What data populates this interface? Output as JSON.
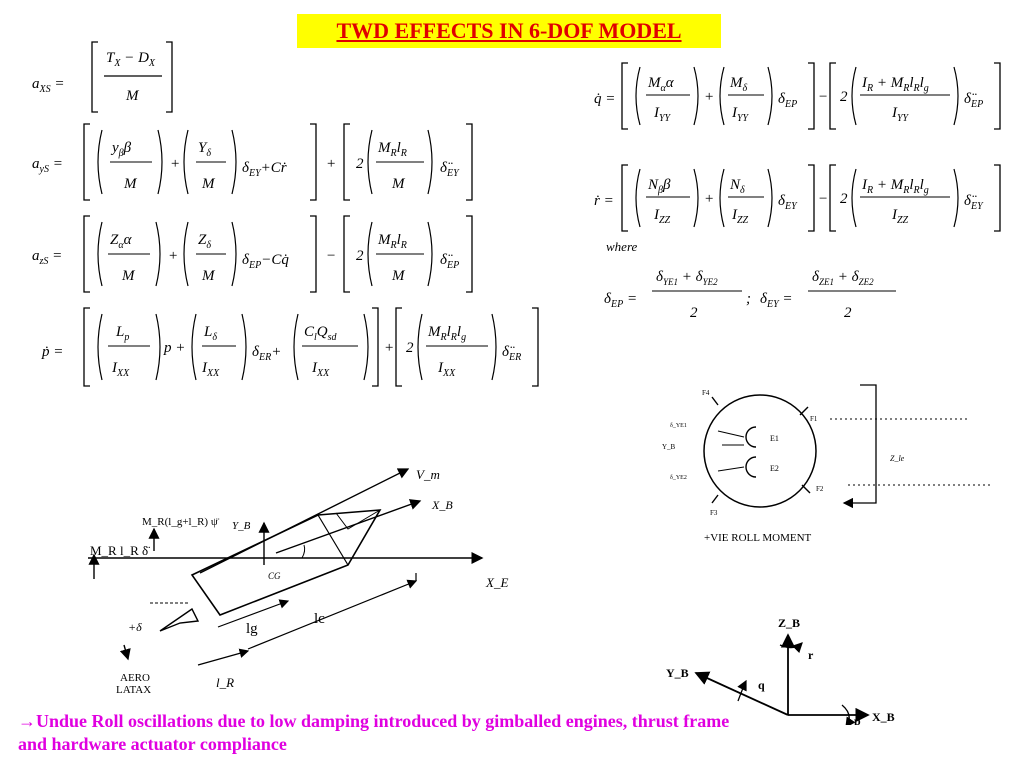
{
  "title": "TWD EFFECTS IN 6-DOF MODEL",
  "equations": {
    "axs": "a_XS = [ (T_X − D_X) / M ]",
    "ays": "a_YS = [ (y_β β / M) + (Y_δ / M) δ_EY + C ṙ ] + [ 2 (M_R l_R / M) δ̈_EY ]",
    "azs": "a_ZS = [ (Z_α α / M) + (Z_δ / M) δ_EP − C q̇ ] − [ 2 (M_R l_R / M) δ̈_EP ]",
    "pdot": "ṗ = [ (L_p / I_XX) p + (L_δ / I_XX) δ_ER + (C_l Q_sd / I_XX) ] + [ 2 (M_R l_R l_g / I_XX) δ̈_ER ]",
    "qdot": "q̇ = [ (M_α α / I_YY) + (M_δ / I_YY) δ_EP ] − [ 2 ((I_R + M_R l_R l_g) / I_YY) δ̈_EP ]",
    "rdot": "ṙ = [ (N_β β / I_ZZ) + (N_δ / I_ZZ) δ_EY ] − [ 2 ((I_R + M_R l_R l_g) / I_ZZ) δ̈_EY ]",
    "where": "where",
    "deltas": "δ_EP = (δ_YE1 + δ_YE2) / 2 ;  δ_EY = (δ_ZE1 + δ_ZE2) / 2"
  },
  "vehicle_diagram": {
    "v_label": "V_m",
    "xb_label": "X_B",
    "yb_label": "Y_B",
    "xe_label": "X_E",
    "cg_label": "CG",
    "moment_label": "M_R(l_g+l_R) ψ̈",
    "mr_label": "M_R l_R δ̈",
    "delta_label": "+δ",
    "lg_label": "lg",
    "lc_label": "lc",
    "lr_label": "l_R",
    "aero_label_1": "AERO",
    "aero_label_2": "LATAX"
  },
  "roll_diagram": {
    "caption": "+VIE ROLL MOMENT",
    "e1": "E1",
    "e2": "E2",
    "f1": "F1",
    "f2": "F2",
    "f3": "F3",
    "f4": "F4",
    "dye1": "δ_YE1",
    "dye2": "δ_YE2",
    "yb": "Y_B",
    "zb_dist": "Z_le"
  },
  "axes_diagram": {
    "zb": "Z_B",
    "yb": "Y_B",
    "xb": "X_B",
    "r": "r",
    "q": "q",
    "p": "p"
  },
  "note": "→Undue Roll oscillations due to low damping introduced by gimballed engines, thrust frame and hardware actuator compliance"
}
